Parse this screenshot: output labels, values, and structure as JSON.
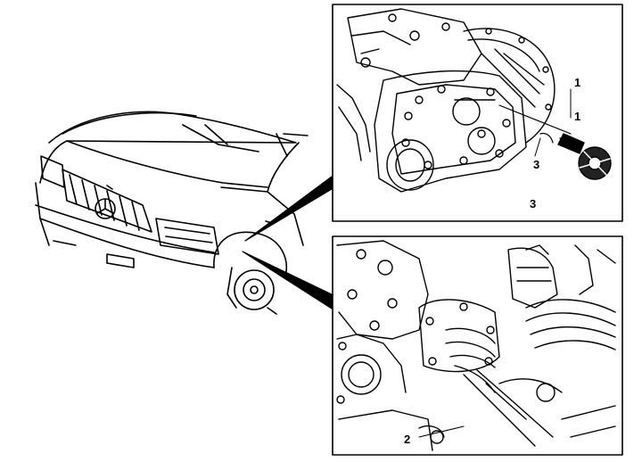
{
  "diagram": {
    "callouts": {
      "top_a": "1",
      "top_b": "1",
      "top_c": "3",
      "top_d": "3",
      "bottom_a": "2"
    }
  }
}
